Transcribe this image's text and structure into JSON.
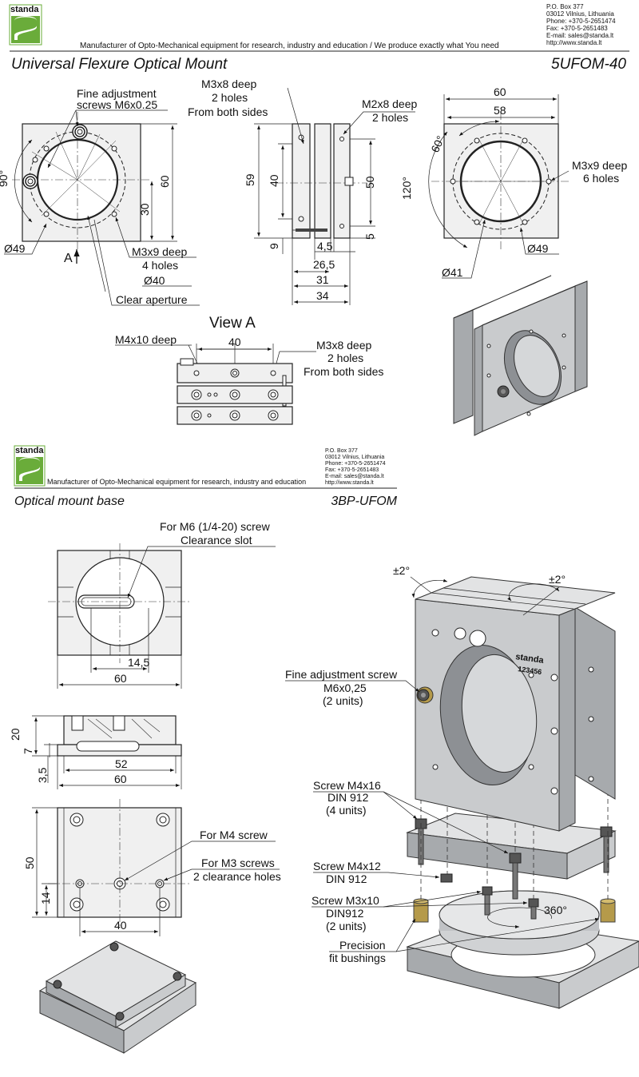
{
  "colors": {
    "brand_green": "#6aac3a",
    "metal": "#c9cbcd",
    "brass": "#b59a4a"
  },
  "header1": {
    "logo": "standa",
    "tagline": "Manufacturer of Opto-Mechanical equipment for research, industry and education / We produce exactly what You need",
    "address": [
      "P.O. Box 377",
      "03012 Vilnius, Lithuania",
      "Phone: +370-5-2651474",
      "Fax: +370-5-2651483",
      "E-mail: sales@standa.lt",
      "http://www.standa.lt"
    ]
  },
  "product1": {
    "name": "Universal Flexure Optical Mount",
    "code": "5UFOM-40"
  },
  "front": {
    "label_fine1": "Fine adjustment",
    "label_fine2": "screws M6x0.25",
    "dim_90": "90°",
    "dim_60": "60",
    "dim_30": "30",
    "dim_d49": "Ø49",
    "view_marker": "A",
    "m3x9_1": "M3x9 deep",
    "m3x9_2": "4 holes",
    "d40": "Ø40",
    "clear_aperture": "Clear aperture"
  },
  "side": {
    "m3x8_1": "M3x8 deep",
    "m3x8_2": "2 holes",
    "m3x8_3": "From both sides",
    "m2x8_1": "M2x8 deep",
    "m2x8_2": "2 holes",
    "dim_59": "59",
    "dim_40": "40",
    "dim_9": "9",
    "dim_50": "50",
    "dim_5": "5",
    "dim_4_5": "4,5",
    "dim_26_5": "26,5",
    "dim_31": "31",
    "dim_34": "34"
  },
  "back": {
    "dim_60": "60",
    "dim_58": "58",
    "dim_60deg": "60°",
    "dim_120deg": "120°",
    "m3x9_1": "M3x9 deep",
    "m3x9_2": "6 holes",
    "d49": "Ø49",
    "d41": "Ø41"
  },
  "viewA": {
    "title": "View A",
    "m4x10": "M4x10 deep",
    "dim_40": "40",
    "m3x8_1": "M3x8 deep",
    "m3x8_2": "2 holes",
    "m3x8_3": "From both sides"
  },
  "header2": {
    "logo": "standa",
    "tagline": "Manufacturer of Opto-Mechanical equipment for research, industry and education",
    "address": [
      "P.O. Box 377",
      "03012 Vilnius, Lithuania",
      "Phone: +370-5-2651474",
      "Fax: +370-5-2651483",
      "E-mail: sales@standa.lt",
      "http://www.standa.lt"
    ]
  },
  "product2": {
    "name": "Optical mount base",
    "code": "3BP-UFOM"
  },
  "base_top": {
    "slot_1": "For M6 (1/4-20) screw",
    "slot_2": "Clearance slot",
    "dim_14_5": "14,5",
    "dim_60": "60"
  },
  "base_side": {
    "dim_20": "20",
    "dim_7": "7",
    "dim_3_5": "3,5",
    "dim_52": "52",
    "dim_60": "60"
  },
  "base_bottom": {
    "m4": "For M4 screw",
    "m3_1": "For M3 screws",
    "m3_2": "2 clearance holes",
    "dim_50": "50",
    "dim_14": "14",
    "dim_40": "40"
  },
  "assembly": {
    "rot1": "±2°",
    "rot2": "±2°",
    "fine_1": "Fine adjustment screw",
    "fine_2": "M6x0,25",
    "fine_3": "(2 units)",
    "s416_1": "Screw M4x16",
    "s416_2": "DIN 912",
    "s416_3": "(4 units)",
    "s412_1": "Screw M4x12",
    "s412_2": "DIN 912",
    "s310_1": "Screw M3x10",
    "s310_2": "DIN912",
    "s310_3": "(2 units)",
    "bush_1": "Precision",
    "bush_2": "fit bushings",
    "rot360": "360°",
    "engrave_1": "standa",
    "engrave_2": "123456"
  }
}
